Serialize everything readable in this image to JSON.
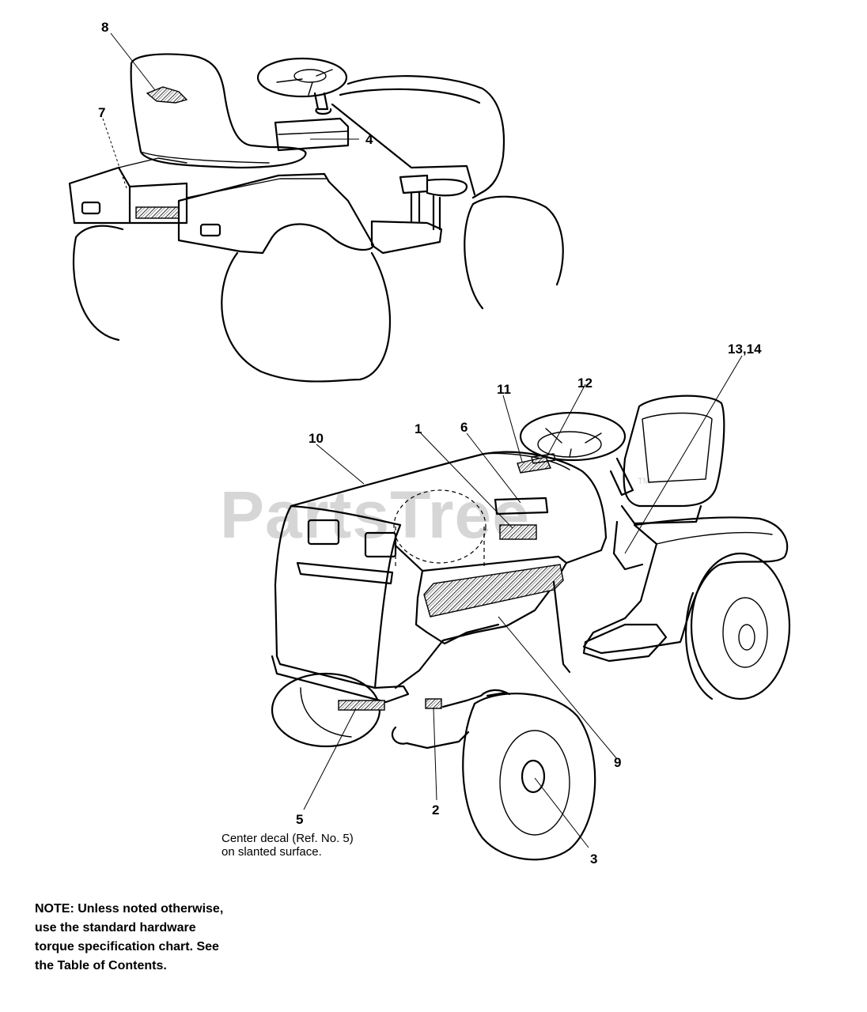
{
  "watermark": {
    "text": "PartsTree",
    "tm": "TM"
  },
  "callouts": [
    {
      "id": "c8",
      "label": "8"
    },
    {
      "id": "c7",
      "label": "7"
    },
    {
      "id": "c4",
      "label": "4"
    },
    {
      "id": "c1314",
      "label": "13,14"
    },
    {
      "id": "c11",
      "label": "11"
    },
    {
      "id": "c12",
      "label": "12"
    },
    {
      "id": "c10",
      "label": "10"
    },
    {
      "id": "c1",
      "label": "1"
    },
    {
      "id": "c6",
      "label": "6"
    },
    {
      "id": "c9",
      "label": "9"
    },
    {
      "id": "c5",
      "label": "5"
    },
    {
      "id": "c2",
      "label": "2"
    },
    {
      "id": "c3",
      "label": "3"
    }
  ],
  "caption": {
    "line1": "Center decal (Ref. No. 5)",
    "line2": "on slanted surface."
  },
  "note": {
    "line1": "NOTE: Unless noted otherwise,",
    "line2": "use the standard hardware",
    "line3": "torque specification chart. See",
    "line4": "the Table of Contents."
  }
}
